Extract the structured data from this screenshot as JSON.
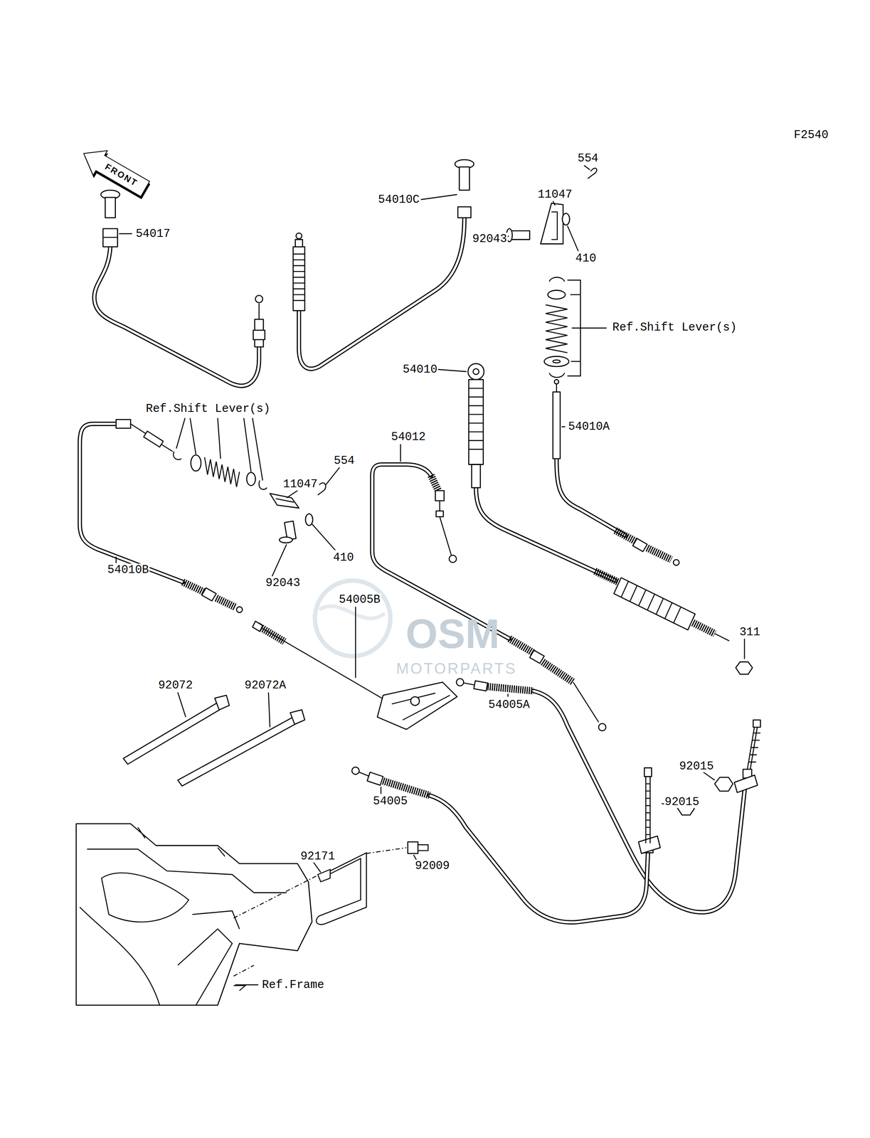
{
  "diagram": {
    "nodes": [
      {
        "text": [
          "FRONT"
        ]
      }
    ],
    "edges": [],
    "labels": [
      "F2540",
      "554",
      "11047",
      "54010C",
      "54017",
      "92043",
      "410",
      "Ref.Shift Lever(s)",
      "54010",
      "Ref.Shift Lever(s)",
      "54010A",
      "54012",
      "554",
      "11047",
      "410",
      "54010B",
      "92043",
      "54005B",
      "311",
      "OSM",
      "MOTORPARTS",
      "92072",
      "92072A",
      "54005A",
      "92015",
      "54005",
      "92015",
      "92171",
      "92009",
      "Ref.Frame"
    ]
  }
}
